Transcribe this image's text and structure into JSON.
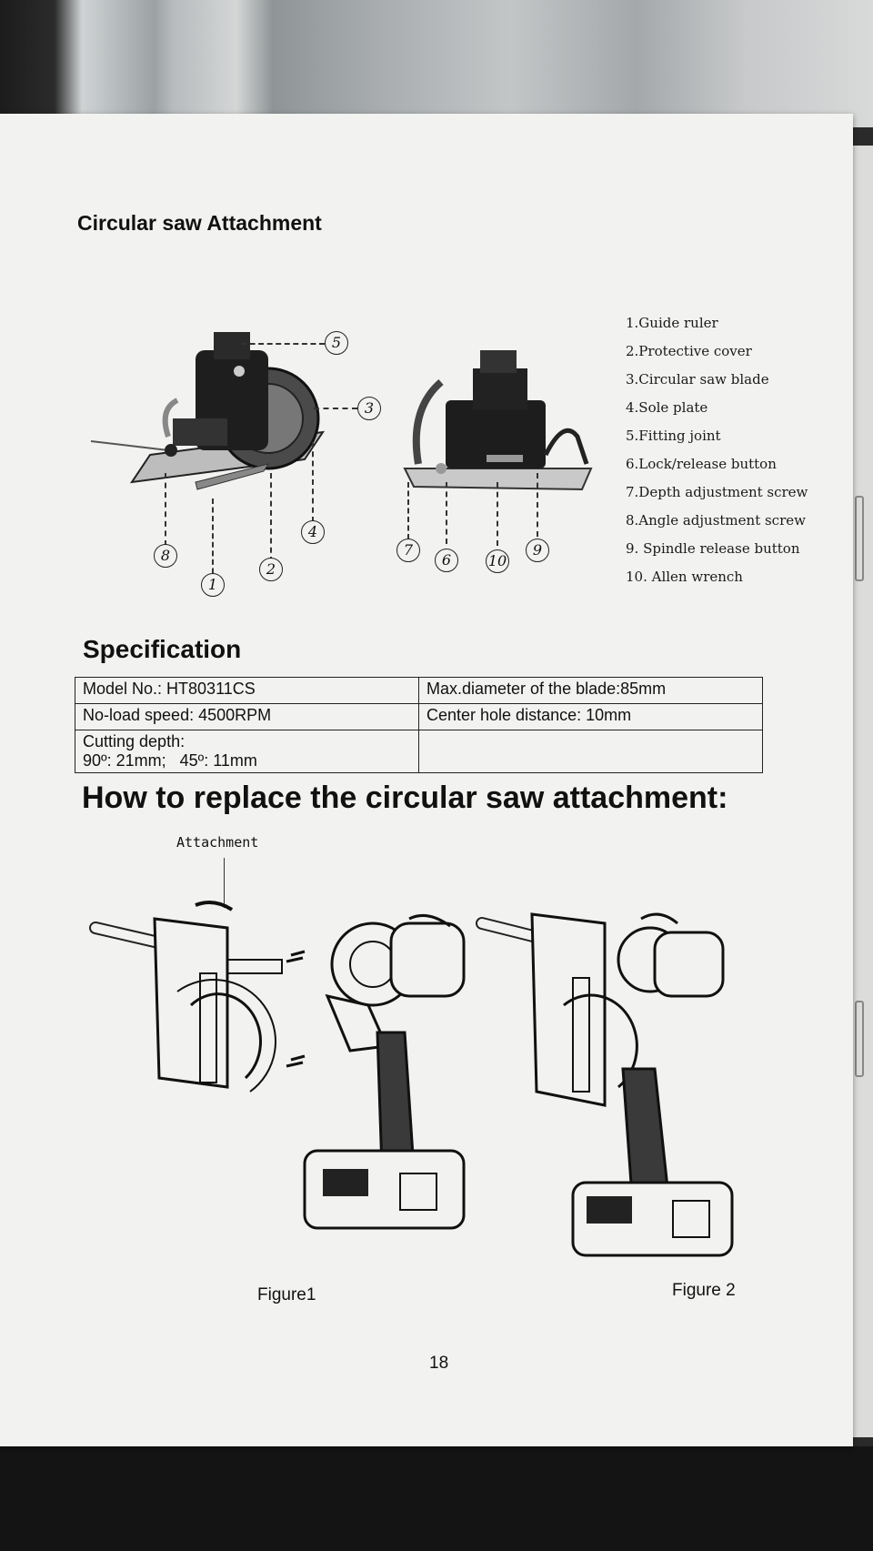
{
  "section": {
    "title": "Circular saw Attachment"
  },
  "legend": [
    "1.Guide ruler",
    "2.Protective cover",
    "3.Circular saw blade",
    "4.Sole plate",
    "5.Fitting joint",
    "6.Lock/release button",
    "7.Depth adjustment screw",
    "8.Angle adjustment screw",
    "9. Spindle release button",
    "10. Allen wrench"
  ],
  "callouts": [
    "1",
    "2",
    "3",
    "4",
    "5",
    "6",
    "7",
    "8",
    "9",
    "10"
  ],
  "spec": {
    "title": "Specification",
    "model": "Model No.: HT80311CS",
    "max_diameter": "Max.diameter of the blade:85mm",
    "speed": "No-load speed: 4500RPM",
    "center_hole": "Center hole distance: 10mm",
    "cutting_depth_label": "Cutting depth:",
    "cutting_depth_values": "90º: 21mm;   45º: 11mm"
  },
  "how": {
    "title": "How to replace the circular saw attachment:"
  },
  "figure": {
    "attachment_label": "Attachment",
    "fig1": "Figure1",
    "fig2": "Figure 2"
  },
  "page_number": "18"
}
